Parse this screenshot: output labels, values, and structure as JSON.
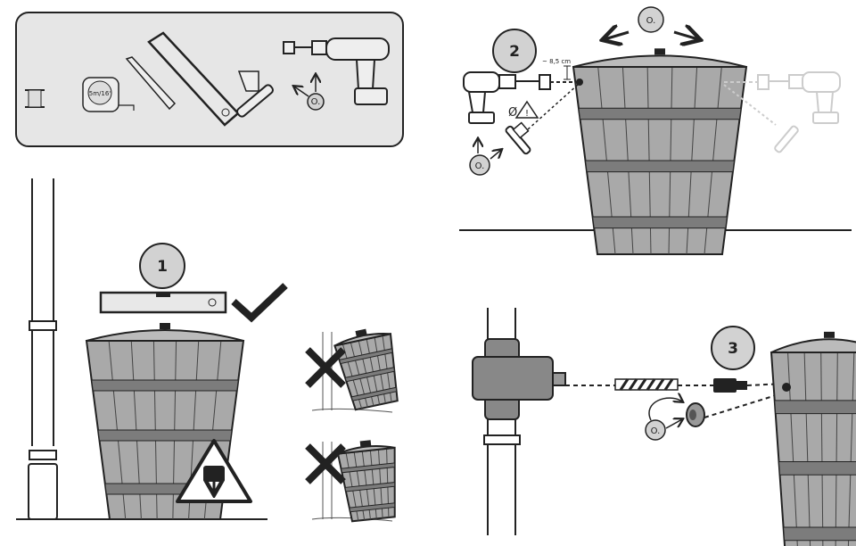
{
  "tools_panel": {
    "tape_measure_label": "5m/16'",
    "accessory_badge": "O."
  },
  "steps": [
    {
      "number": "1",
      "accessory_badge": null
    },
    {
      "number": "2",
      "accessory_badge": "O.",
      "lid_badge": "O.",
      "distance_label": "~ 8,5 cm",
      "diameter_symbol": "Ø",
      "warning_symbol": "!"
    },
    {
      "number": "3",
      "accessory_badge": "O."
    }
  ],
  "colors": {
    "panel": "#e6e6e6",
    "barrel": "#a9a9a9",
    "band": "#7c7c7c",
    "badge": "#d2d2d2",
    "stroke": "#222222"
  }
}
